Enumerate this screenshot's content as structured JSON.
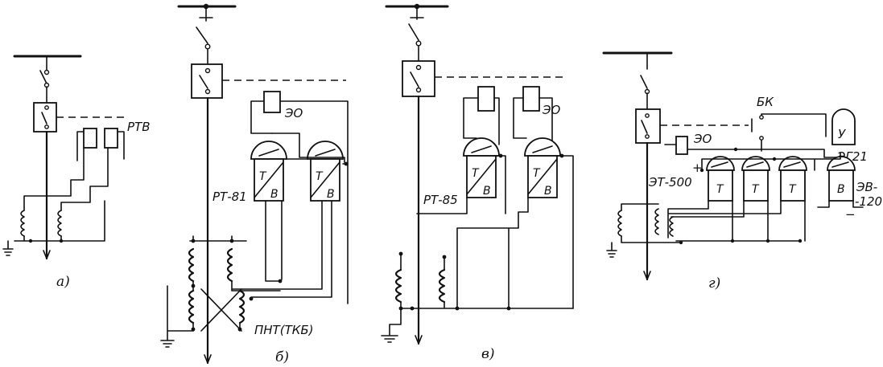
{
  "panels": {
    "a": {
      "caption": "а)",
      "relay": "РТВ"
    },
    "b": {
      "caption": "б)",
      "coil": "ЭО",
      "relay": "РТ-81",
      "relay_t": "Т",
      "relay_v": "В",
      "transformer": "ПНТ(ТКБ)"
    },
    "v": {
      "caption": "в)",
      "coil": "ЭО",
      "relay": "РТ-85",
      "relay_t": "Т",
      "relay_v": "В"
    },
    "g": {
      "caption": "г)",
      "coil": "ЭО",
      "bk": "БК",
      "u": "У",
      "eg": "ЭГ21",
      "et": "ЭТ-500",
      "ev": "ЭВ-",
      "ev2": "-120",
      "plus": "+",
      "minus": "−",
      "r_t": "Т",
      "r_v": "В"
    }
  }
}
